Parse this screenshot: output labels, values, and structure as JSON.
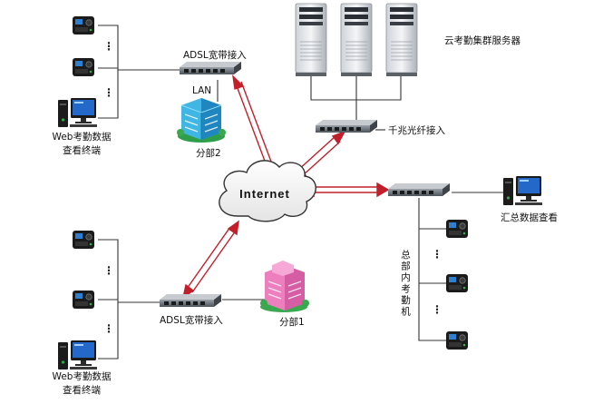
{
  "diagram": {
    "labels": {
      "cluster_servers": "云考勤集群服务器",
      "gigabit_fiber": "千兆光纤接入",
      "adsl_top": "ADSL宽带接入",
      "lan": "LAN",
      "branch2": "分部2",
      "web_terminal_top_line1": "Web考勤数据",
      "web_terminal_top_line2": "查看终端",
      "internet": "Internet",
      "summary_view": "汇总数据查看",
      "hq_devices": "总部内考勤机",
      "adsl_bottom": "ADSL宽带接入",
      "branch1": "分部1",
      "web_terminal_bottom_line1": "Web考勤数据",
      "web_terminal_bottom_line2": "查看终端"
    },
    "ellipsis": "⋮",
    "colors": {
      "arrow_red": "#c21f2a",
      "line": "#333333",
      "branch2_building": "#3fb6e3",
      "branch1_building": "#ee7fbf"
    }
  }
}
